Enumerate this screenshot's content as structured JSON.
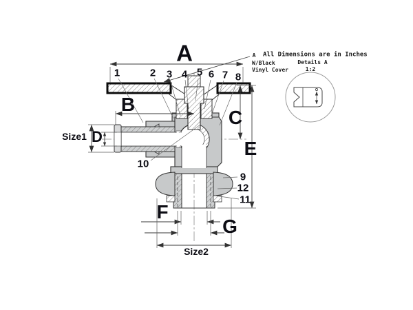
{
  "notes": {
    "detail_marker": "A",
    "units_note": "All Dimensions are in Inches",
    "cover_note_line1": "W/Black",
    "cover_note_line2": "Vinyl Cover",
    "detail_view_title": "Details A",
    "detail_view_scale": "1:2"
  },
  "dimension_labels": {
    "a": "A",
    "b": "B",
    "c": "C",
    "d": "D",
    "e": "E",
    "f": "F",
    "g": "G",
    "size1": "Size1",
    "size2": "Size2"
  },
  "part_numbers": {
    "p1": "1",
    "p2": "2",
    "p3": "3",
    "p4": "4",
    "p5": "5",
    "p6": "6",
    "p7": "7",
    "p8": "8",
    "p9": "9",
    "p10": "10",
    "p11": "11",
    "p12": "12"
  },
  "colors": {
    "background": "#ffffff",
    "outline": "#333333",
    "body_fill": "#c7c9ca",
    "label_text": "#0d0d14",
    "dimension_line": "#4a4a4a"
  }
}
